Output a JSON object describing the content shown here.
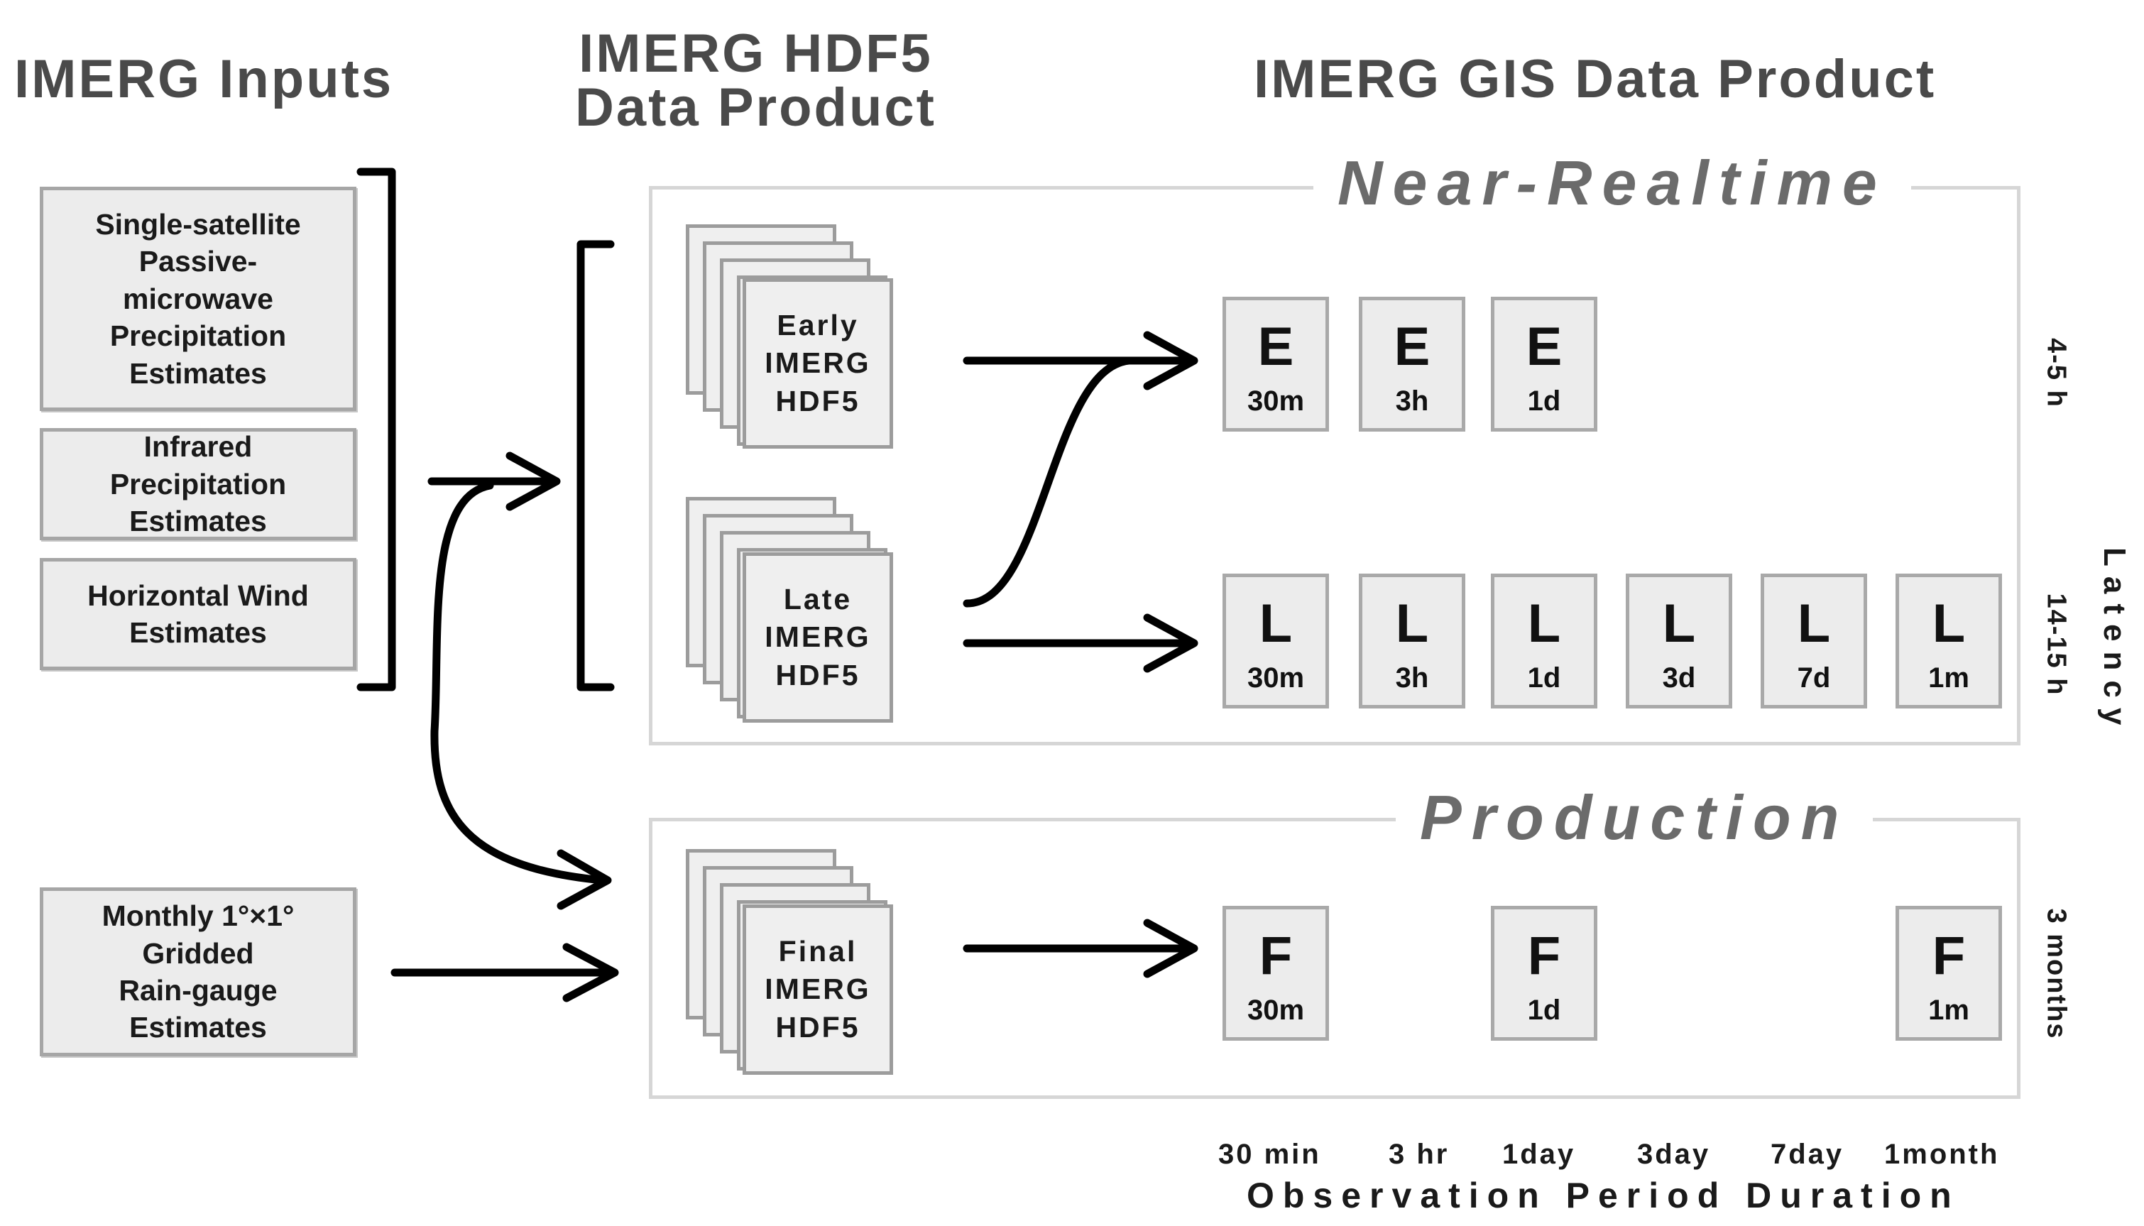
{
  "headings": {
    "inputs": "IMERG Inputs",
    "hdf5_line1": "IMERG HDF5",
    "hdf5_line2": "Data Product",
    "gis": "IMERG GIS Data Product"
  },
  "inputs": {
    "passive_microwave": [
      "Single-satellite",
      "Passive-",
      "microwave",
      "Precipitation",
      "Estimates"
    ],
    "infrared": [
      "Infrared",
      "Precipitation",
      "Estimates"
    ],
    "wind": [
      "Horizontal Wind",
      "Estimates"
    ],
    "gauge": [
      "Monthly 1°×1°",
      "Gridded",
      "Rain-gauge",
      "Estimates"
    ]
  },
  "panels": {
    "near_realtime": "Near-Realtime",
    "production": "Production"
  },
  "hdf5": {
    "early": [
      "Early",
      "IMERG",
      "HDF5"
    ],
    "late": [
      "Late",
      "IMERG",
      "HDF5"
    ],
    "final": [
      "Final",
      "IMERG",
      "HDF5"
    ]
  },
  "products": {
    "early": [
      {
        "letter": "E",
        "duration": "30m"
      },
      {
        "letter": "E",
        "duration": "3h"
      },
      {
        "letter": "E",
        "duration": "1d"
      }
    ],
    "late": [
      {
        "letter": "L",
        "duration": "30m"
      },
      {
        "letter": "L",
        "duration": "3h"
      },
      {
        "letter": "L",
        "duration": "1d"
      },
      {
        "letter": "L",
        "duration": "3d"
      },
      {
        "letter": "L",
        "duration": "7d"
      },
      {
        "letter": "L",
        "duration": "1m"
      }
    ],
    "final": [
      {
        "letter": "F",
        "duration": "30m"
      },
      {
        "letter": "F",
        "duration": "1d"
      },
      {
        "letter": "F",
        "duration": "1m"
      }
    ]
  },
  "latency": {
    "early": "4-5 h",
    "late": "14-15 h",
    "final": "3 months",
    "title": "Latency"
  },
  "observation_axis": {
    "ticks": [
      "30 min",
      "3 hr",
      "1day",
      "3day",
      "7day",
      "1month"
    ],
    "title": "Observation Period Duration"
  },
  "colors": {
    "box_fill": "#ececec",
    "box_border": "#a6a6a6",
    "panel_border": "#d6d6d6",
    "heading": "#4a4a4a",
    "arrow": "#000000"
  }
}
